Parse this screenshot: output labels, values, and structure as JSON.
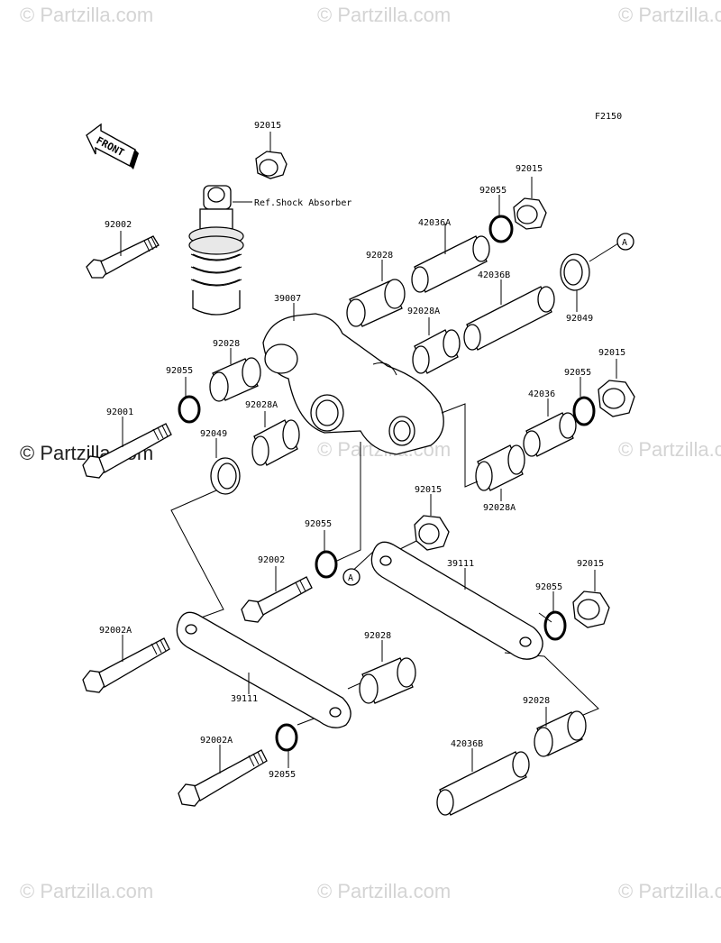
{
  "watermark": {
    "text": "© Partzilla.com",
    "center_text": "© Partzilla.com"
  },
  "figure_code": "F2150",
  "front_label": "FRONT",
  "ref_label": "Ref.Shock Absorber",
  "callout_letter": "A",
  "part_labels": {
    "p92015_top": "92015",
    "p92002_top": "92002",
    "p92015_r1": "92015",
    "p92055_r1": "92055",
    "p42036A": "42036A",
    "p92028_r1": "92028",
    "p39007": "39007",
    "p42036B_r": "42036B",
    "p92028A_r1": "92028A",
    "p92049_r": "92049",
    "p92028_l": "92028",
    "p92055_l": "92055",
    "p92028A_l": "92028A",
    "p92001": "92001",
    "p92049_l": "92049",
    "p92015_r2": "92015",
    "p92055_r2": "92055",
    "p42036": "42036",
    "p92028A_r2": "92028A",
    "p92015_c": "92015",
    "p92055_c": "92055",
    "p92002_c": "92002",
    "p39111_r": "39111",
    "p92015_r3": "92015",
    "p92055_r3": "92055",
    "p92002A_1": "92002A",
    "p92028_c": "92028",
    "p39111_l": "39111",
    "p92028_r3": "92028",
    "p92002A_2": "92002A",
    "p42036B_b": "42036B",
    "p92055_b": "92055"
  }
}
